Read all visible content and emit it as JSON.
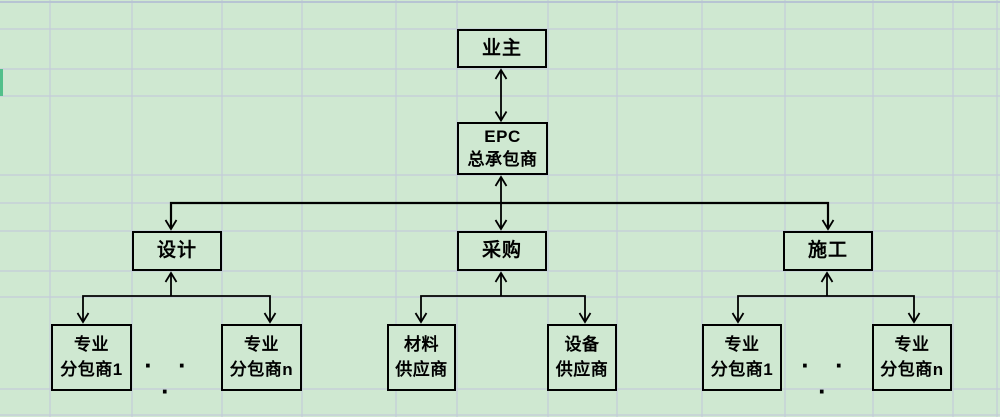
{
  "diagram": {
    "nodes": {
      "owner": {
        "lines": [
          "业主"
        ]
      },
      "epc": {
        "lines": [
          "EPC",
          "总承包商"
        ]
      },
      "design": {
        "lines": [
          "设计"
        ]
      },
      "procurement": {
        "lines": [
          "采购"
        ]
      },
      "construction": {
        "lines": [
          "施工"
        ]
      },
      "design_sub_1": {
        "lines": [
          "专业",
          "分包商1"
        ]
      },
      "design_sub_n": {
        "lines": [
          "专业",
          "分包商n"
        ]
      },
      "material_supplier": {
        "lines": [
          "材料",
          "供应商"
        ]
      },
      "equipment_supplier": {
        "lines": [
          "设备",
          "供应商"
        ]
      },
      "construction_sub_1": {
        "lines": [
          "专业",
          "分包商1"
        ]
      },
      "construction_sub_n": {
        "lines": [
          "专业",
          "分包商n"
        ]
      }
    },
    "ellipsis_left": "· · ·",
    "ellipsis_right": "· · ·"
  },
  "colors": {
    "background": "#cfe8d1",
    "grid_line": "#c3ccd9",
    "grid_line_strong": "#b7c4d3",
    "box_border": "#000000",
    "text": "#000000",
    "edge_marker_green": "#52c08a"
  }
}
